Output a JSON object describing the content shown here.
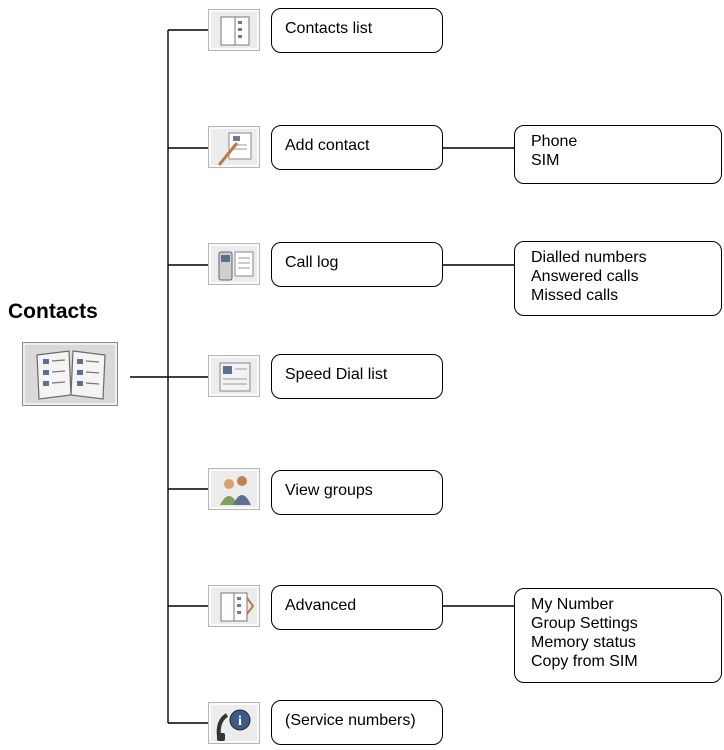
{
  "root": {
    "title": "Contacts",
    "icon": "contacts-book-icon"
  },
  "menu_items": [
    {
      "label": "Contacts list",
      "icon": "contacts-list-icon",
      "sub_items": []
    },
    {
      "label": "Add contact",
      "icon": "add-contact-icon",
      "sub_items": [
        "Phone",
        "SIM"
      ]
    },
    {
      "label": "Call log",
      "icon": "call-log-icon",
      "sub_items": [
        "Dialled numbers",
        "Answered calls",
        "Missed calls"
      ]
    },
    {
      "label": "Speed Dial list",
      "icon": "speed-dial-icon",
      "sub_items": []
    },
    {
      "label": "View groups",
      "icon": "view-groups-icon",
      "sub_items": []
    },
    {
      "label": "Advanced",
      "icon": "advanced-icon",
      "sub_items": [
        "My Number",
        "Group Settings",
        "Memory status",
        "Copy from SIM"
      ]
    },
    {
      "label": "(Service numbers)",
      "icon": "service-numbers-icon",
      "sub_items": []
    }
  ],
  "colors": {
    "line": "#000000",
    "icon_border": "#b5b5b5",
    "icon_bg": "#ececec"
  }
}
